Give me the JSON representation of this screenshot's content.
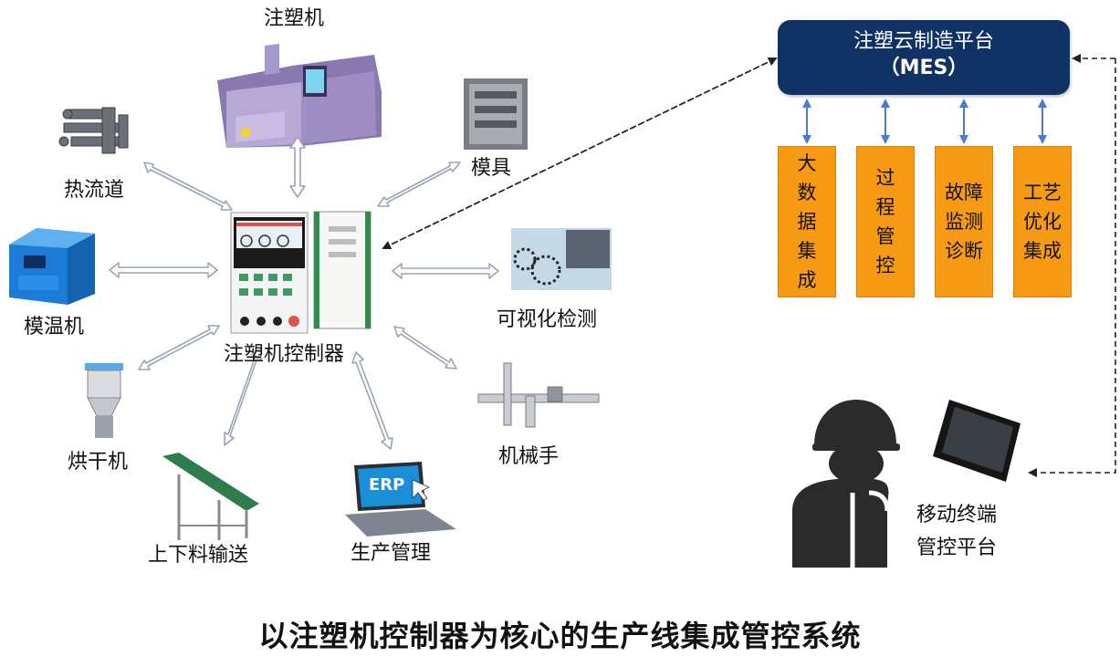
{
  "center": {
    "label": "注塑机控制器"
  },
  "nodes": {
    "injection_machine": "注塑机",
    "hot_runner": "热流道",
    "mold": "模具",
    "mold_temp": "模温机",
    "visual_inspection": "可视化检测",
    "dryer": "烘干机",
    "robot_arm": "机械手",
    "conveyor": "上下料输送",
    "production_mgmt": "生产管理",
    "erp_badge": "ERP"
  },
  "mes": {
    "line1": "注塑云制造平台",
    "line2": "（MES）"
  },
  "modules": [
    {
      "text": "大\n数\n据\n集\n成"
    },
    {
      "text": "过\n程\n管\n控"
    },
    {
      "text": "故障\n监测\n诊断"
    },
    {
      "text": "工艺\n优化\n集成"
    }
  ],
  "mobile": {
    "line1": "移动终端",
    "line2": "管控平台"
  },
  "title": "以注塑机控制器为核心的生产线集成管控系统",
  "colors": {
    "mes_bg": "#0f3164",
    "module_bg": "#f59a12",
    "arrow_blue": "#4a7bd0",
    "arrow_outline": "#9aa3b8"
  }
}
